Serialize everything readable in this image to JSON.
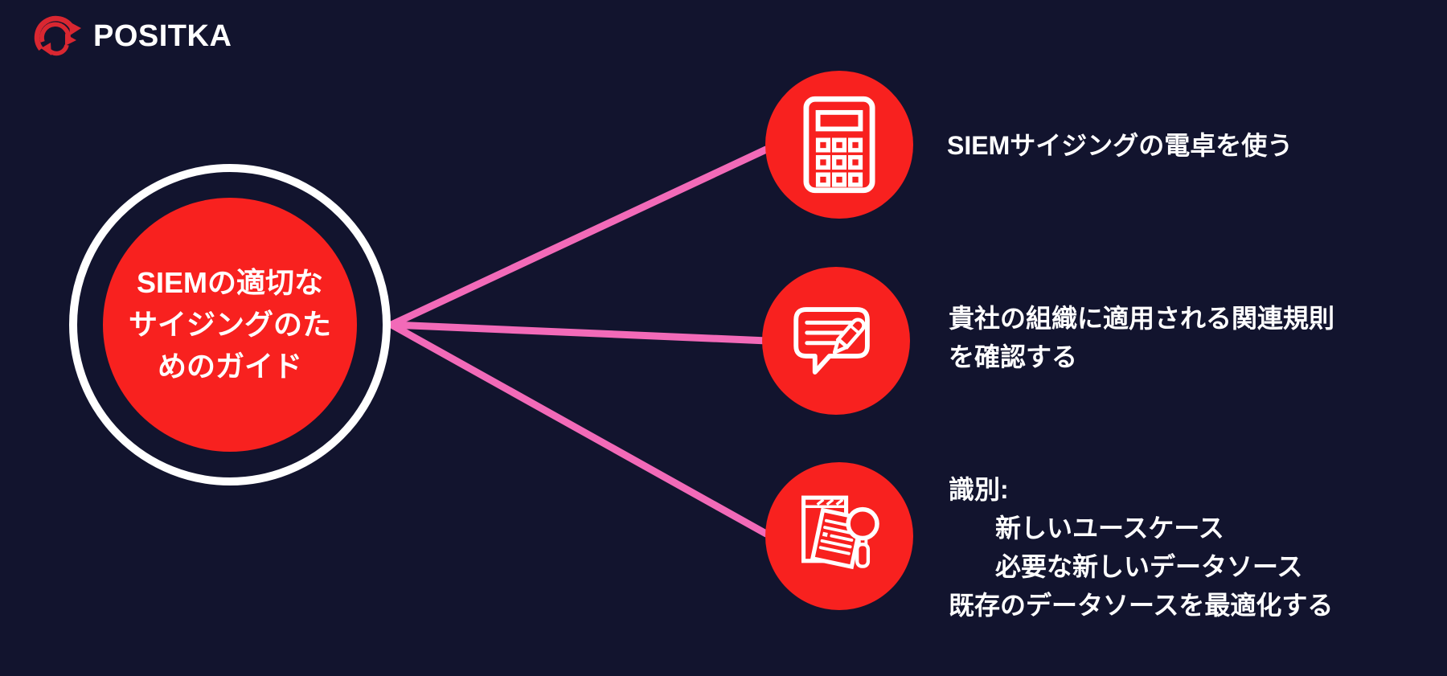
{
  "colors": {
    "background": "#12142e",
    "node_red": "#f8211f",
    "connector_pink": "#f26ab8",
    "ring_white": "#ffffff",
    "logo_red": "#d92731",
    "text_white": "#ffffff"
  },
  "header": {
    "brand": "POSITKA",
    "logo_icon": "positka-swirl-arrows-icon"
  },
  "center_node": {
    "lines": [
      "SIEMの適切な",
      "サイジングのた",
      "めのガイド"
    ]
  },
  "branches": [
    {
      "icon": "calculator-icon",
      "label_lines": [
        "SIEMサイジングの電卓を使う"
      ]
    },
    {
      "icon": "chat-pencil-icon",
      "label_lines": [
        "貴社の組織に適用される関連規則",
        "を確認する"
      ]
    },
    {
      "icon": "document-search-icon",
      "label_lines": [
        "識別:",
        "新しいユースケース",
        "必要な新しいデータソース",
        "既存のデータソースを最適化する"
      ]
    }
  ]
}
